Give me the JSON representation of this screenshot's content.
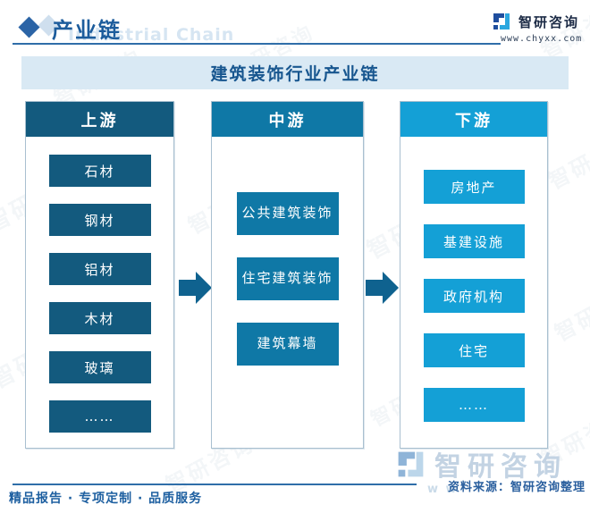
{
  "colors": {
    "accent": "#2f6ea9",
    "header-text": "#1c5c9c",
    "ghost-text": "#d6e5f2",
    "titlebar-bg": "#d9e9f4",
    "titlebar-text": "#17568f",
    "col1": "#135a7e",
    "col2": "#0f78a6",
    "col3": "#14a0d6",
    "column-border": "#a9c0d0",
    "arrow": "#0f628f",
    "logo-dark": "#1f4e9e",
    "logo-cyan": "#2ba7df",
    "logo-text": "#1b2a45",
    "footer-text": "#1d5fa0",
    "source-text": "#2a5f9e",
    "biglogo-text": "#c3d3e3",
    "watermark": "#93abc0"
  },
  "header": {
    "title": "产业链",
    "ghost_title": "Industrial Chain",
    "brand": {
      "name": "智研咨询",
      "url": "www.chyxx.com"
    }
  },
  "diagram": {
    "title": "建筑装饰行业产业链",
    "columns": [
      {
        "title": "上游",
        "items": [
          "石材",
          "钢材",
          "铝材",
          "木材",
          "玻璃",
          "……"
        ]
      },
      {
        "title": "中游",
        "items": [
          "公共建筑装饰",
          "住宅建筑装饰",
          "建筑幕墙"
        ]
      },
      {
        "title": "下游",
        "items": [
          "房地产",
          "基建设施",
          "政府机构",
          "住宅",
          "……"
        ]
      }
    ]
  },
  "footer": {
    "tagline": "精品报告 · 专项定制 · 品质服务",
    "source": "资料来源：智研咨询整理",
    "brand_name": "智研咨询"
  },
  "watermark": {
    "text": "智研咨询",
    "url_fragment": "w w"
  }
}
